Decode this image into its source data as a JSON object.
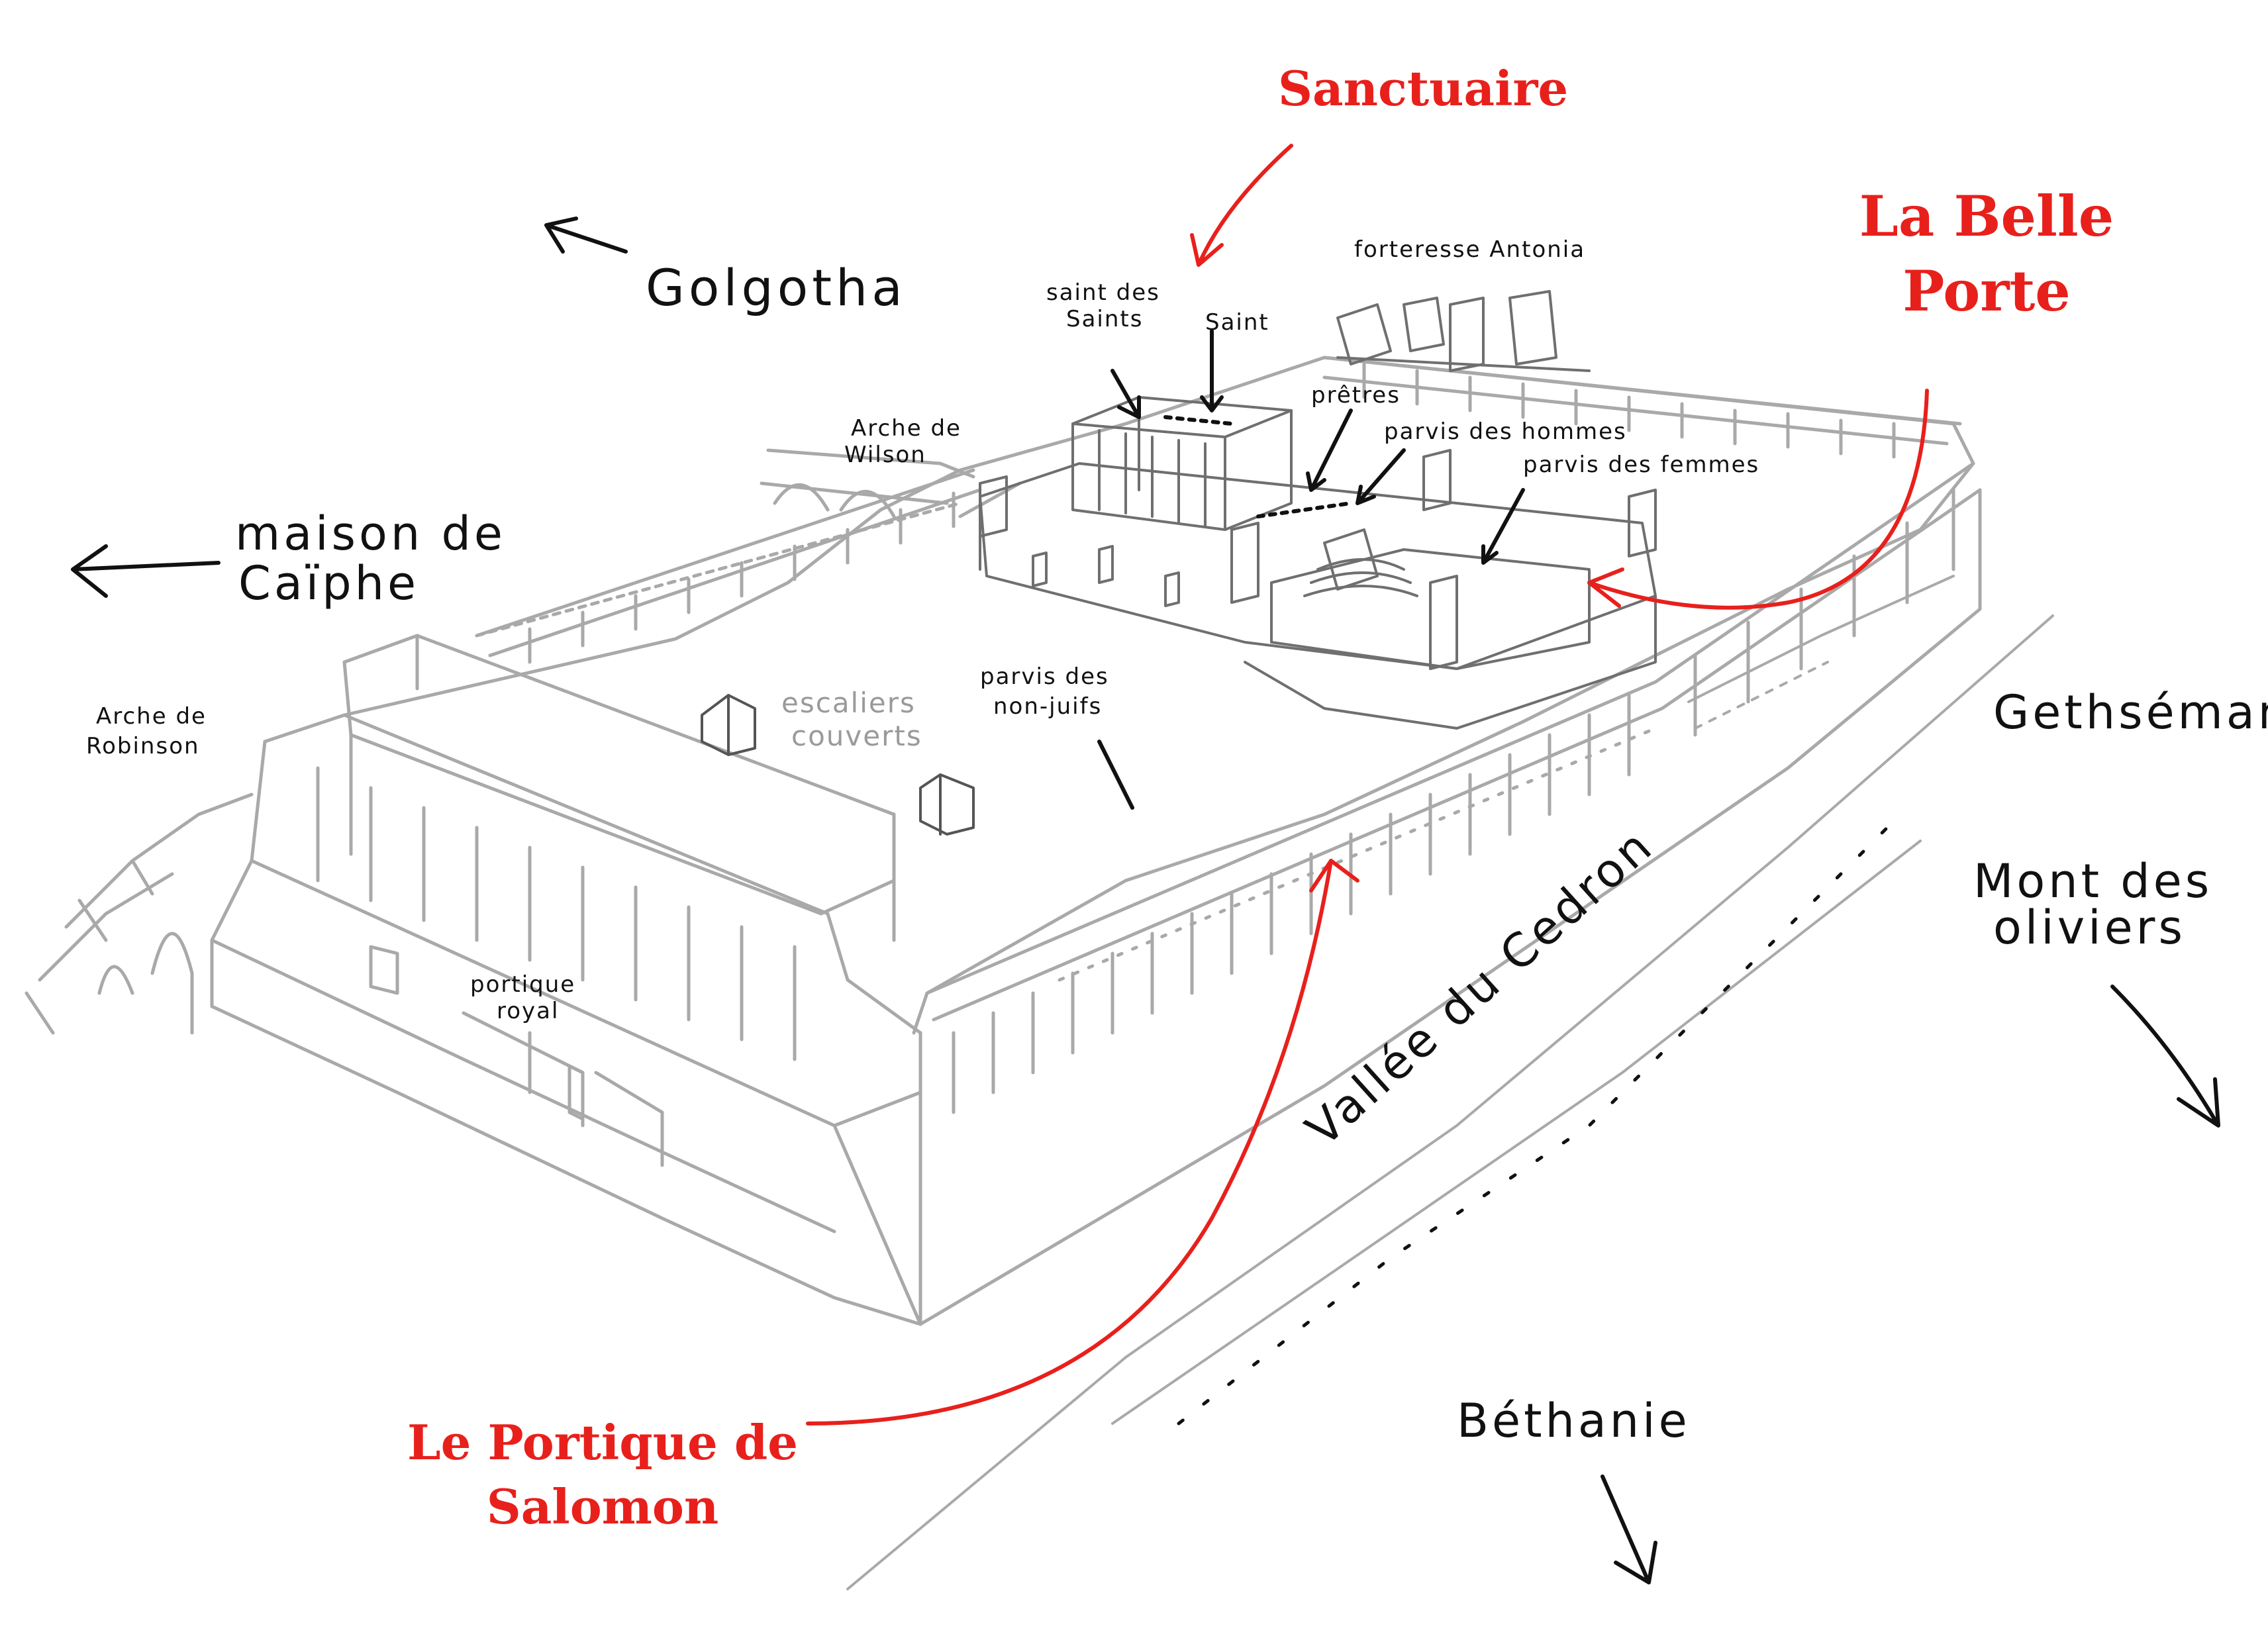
{
  "colors": {
    "ink": "#111111",
    "sketch": "#a9a9a9",
    "accent": "#e8201c"
  },
  "labels": {
    "golgotha": "Golgotha",
    "maison_caiphe_1": "maison de",
    "maison_caiphe_2": "Caïphe",
    "arche_wilson_1": "Arche de",
    "arche_wilson_2": "Wilson",
    "arche_robinson_1": "Arche de",
    "arche_robinson_2": "Robinson",
    "saint_des_saints_1": "saint des",
    "saint_des_saints_2": "Saints",
    "saint": "Saint",
    "forteresse": "forteresse Antonia",
    "pretres": "prêtres",
    "parvis_hommes": "parvis des hommes",
    "parvis_femmes": "parvis des femmes",
    "escaliers_1": "escaliers",
    "escaliers_2": "couverts",
    "parvis_non_juifs_1": "parvis des",
    "parvis_non_juifs_2": "non-juifs",
    "portique_royal_1": "portique",
    "portique_royal_2": "royal",
    "gethsemani": "Gethsémani",
    "mont_oliviers_1": "Mont des",
    "mont_oliviers_2": "oliviers",
    "vallee_cedron": "Vallée du Cedron",
    "bethanie": "Béthanie"
  },
  "callouts": {
    "sanctuaire": "Sanctuaire",
    "belle_porte_1": "La Belle",
    "belle_porte_2": "Porte",
    "portique_salomon_1": "Le Portique de",
    "portique_salomon_2": "Salomon"
  }
}
